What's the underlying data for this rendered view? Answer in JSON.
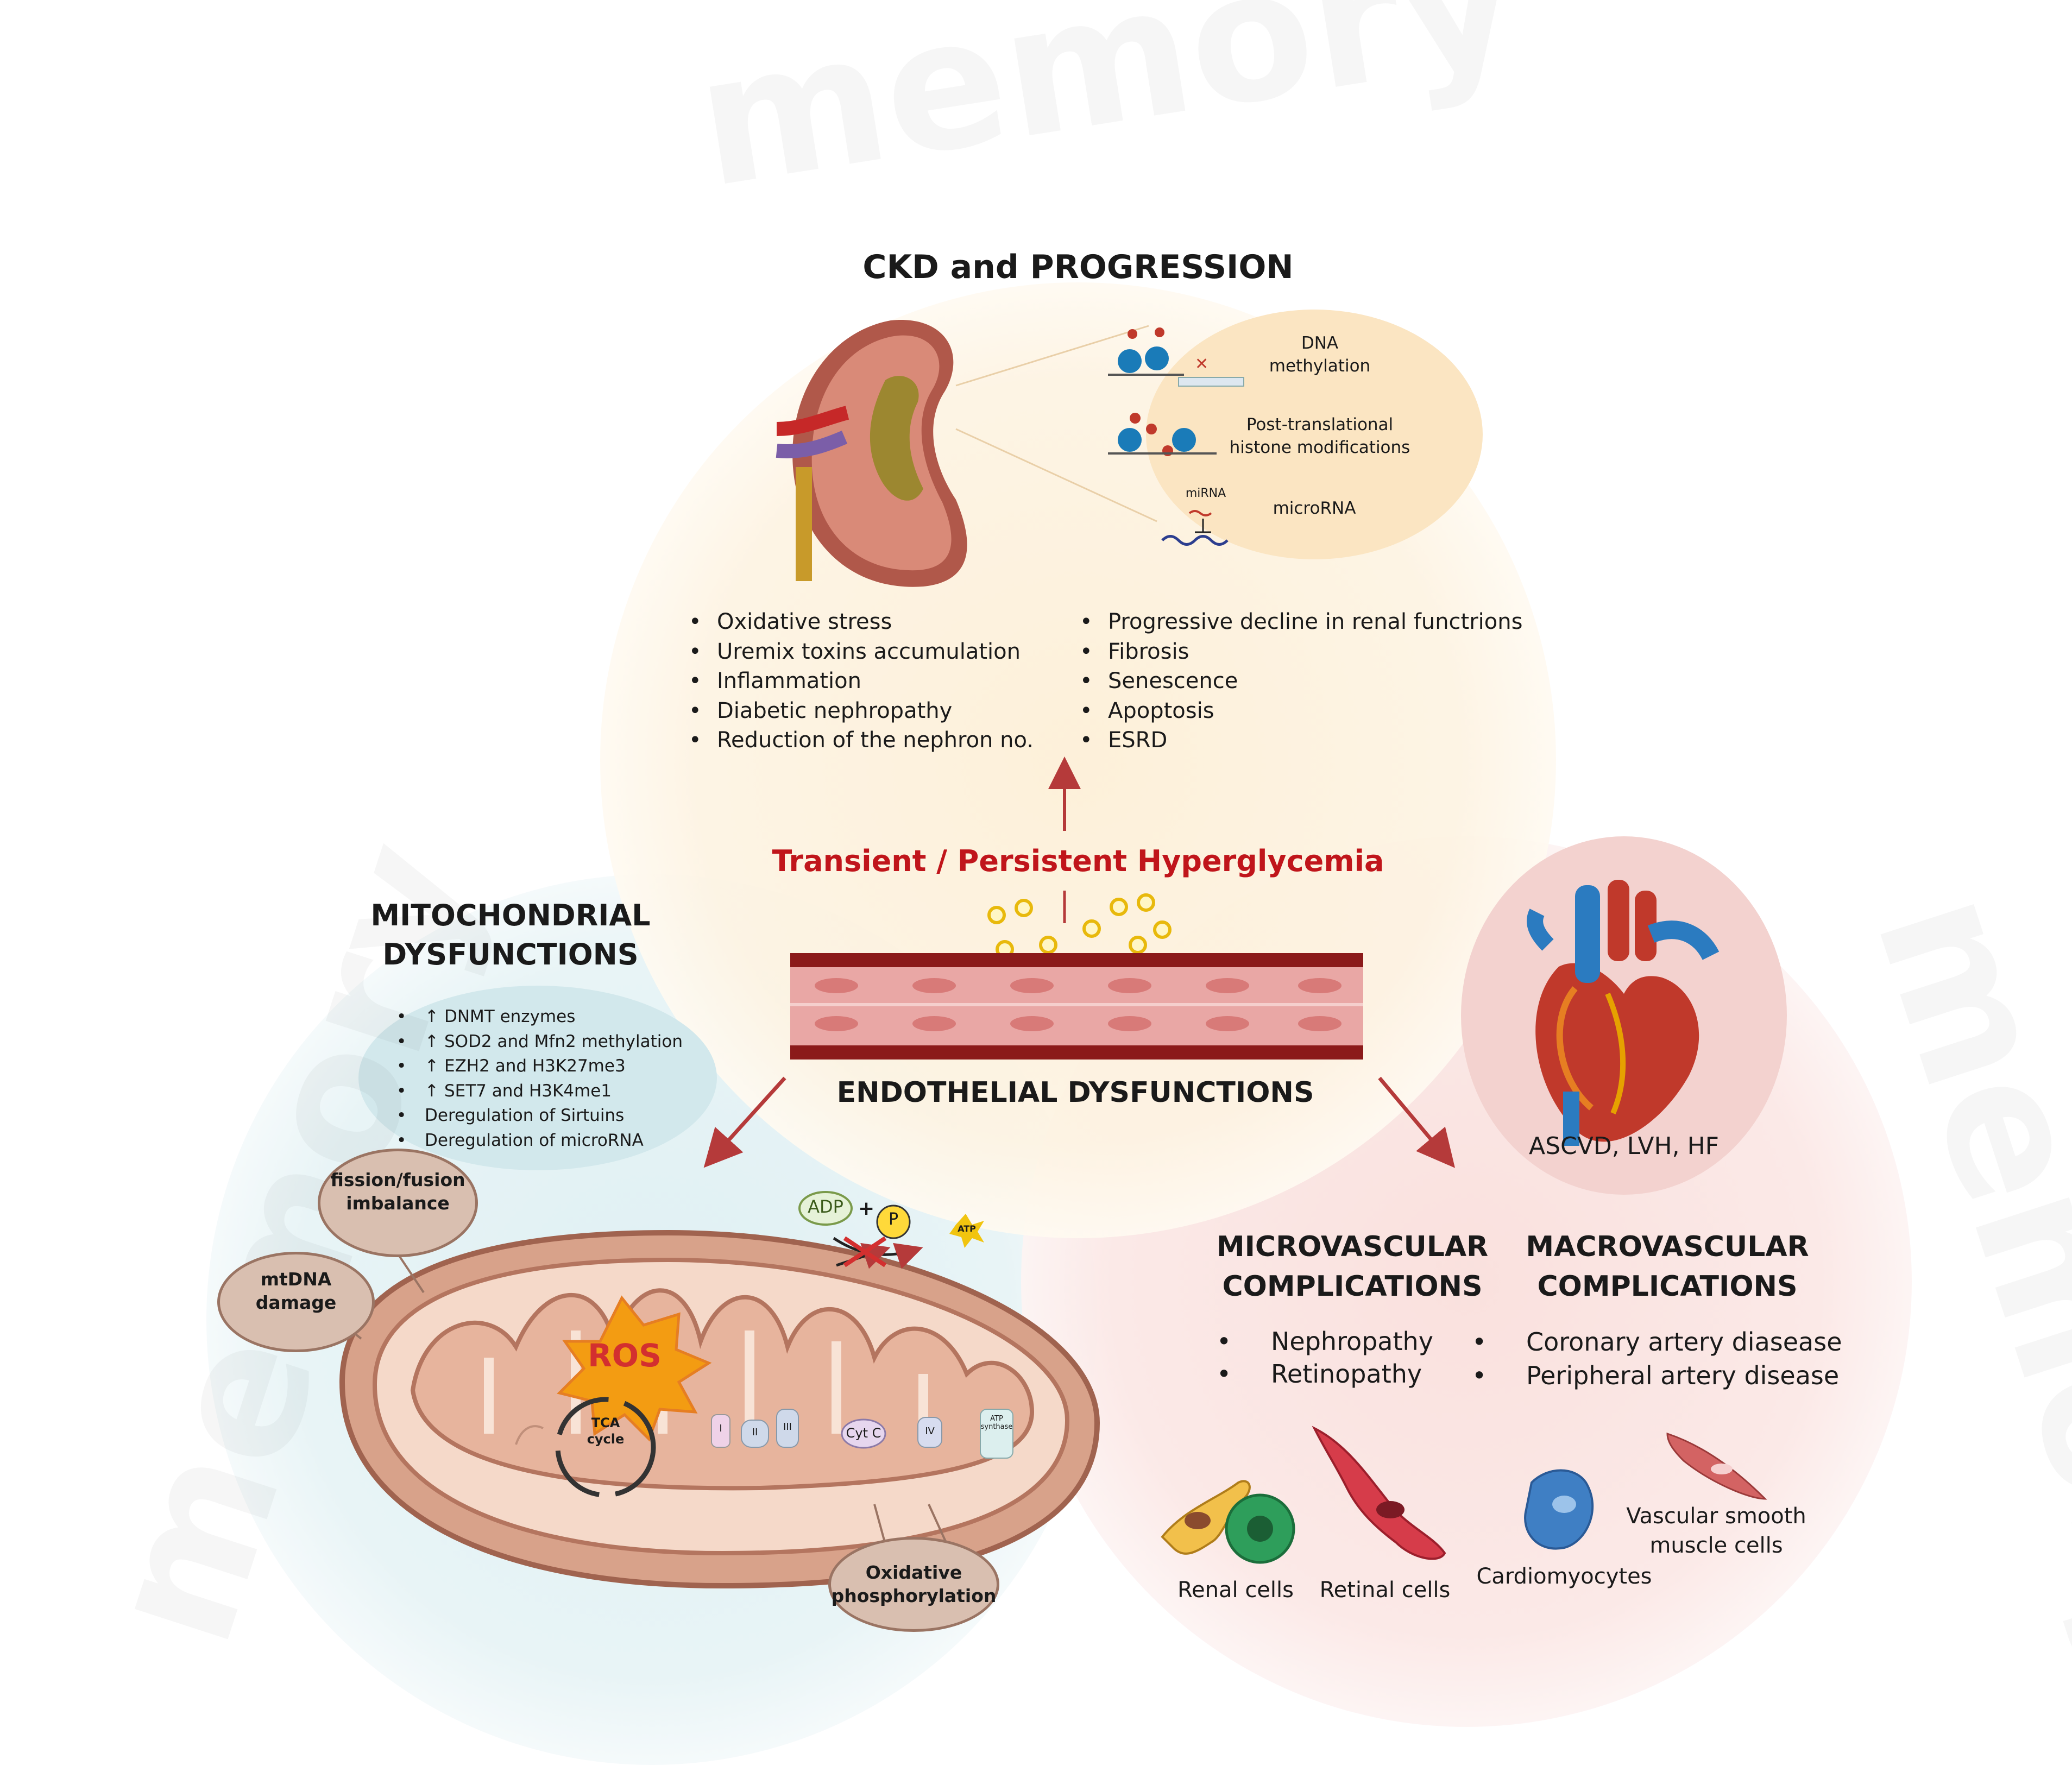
{
  "watermark": {
    "text": "memory"
  },
  "ckd": {
    "title": "CKD and PROGRESSION",
    "epigenetics": [
      {
        "label": "DNA\nmethylation"
      },
      {
        "label": "Post-translational\nhistone modifications"
      },
      {
        "label": "microRNA"
      }
    ],
    "mirna_tag": "miRNA",
    "causes": [
      "Oxidative stress",
      "Uremix toxins accumulation",
      "Inflammation",
      "Diabetic nephropathy",
      "Reduction of the nephron no."
    ],
    "outcomes": [
      "Progressive decline in renal functrions",
      "Fibrosis",
      "Senescence",
      "Apoptosis",
      "ESRD"
    ]
  },
  "hyperglycemia": {
    "label": "Transient / Persistent Hyperglycemia",
    "color": "#c0151b"
  },
  "endothelial": {
    "label": "ENDOTHELIAL DYSFUNCTIONS"
  },
  "mito": {
    "title": "MITOCHONDRIAL\nDYSFUNCTIONS",
    "items_up": [
      "DNMT enzymes",
      "SOD2 and Mfn2 methylation",
      "EZH2 and H3K27me3",
      "SET7 and H3K4me1"
    ],
    "items": [
      "Deregulation of Sirtuins",
      "Deregulation of microRNA"
    ],
    "bubbles": {
      "fission": "fission/fusion\nimbalance",
      "mtdna": "mtDNA damage",
      "oxphos": "Oxidative\nphosphorylation"
    },
    "ros": "ROS",
    "tca": "TCA\ncycle",
    "adp": "ADP",
    "plus": "+",
    "p": "P",
    "atp": "ATP",
    "complexes": [
      "I",
      "II",
      "III",
      "Cyt C",
      "IV",
      "ATP\nsynthase"
    ]
  },
  "cardio": {
    "heart_label": "ASCVD, LVH, HF",
    "micro_title": "MICROVASCULAR\nCOMPLICATIONS",
    "micro_items": [
      "Nephropathy",
      "Retinopathy"
    ],
    "macro_title": "MACROVASCULAR\nCOMPLICATIONS",
    "macro_items": [
      "Coronary artery diasease",
      "Peripheral artery disease"
    ],
    "cells": {
      "renal": "Renal cells",
      "retinal": "Retinal cells",
      "cardio": "Cardiomyocytes",
      "vsmc": "Vascular smooth\nmuscle cells"
    }
  },
  "colors": {
    "ckd_circle": "#fdf1dc",
    "mito_circle": "#e7f3f5",
    "cardio_circle": "#fbe7e5",
    "arrow": "#b53a3a",
    "vessel": "#8b1a1a"
  }
}
